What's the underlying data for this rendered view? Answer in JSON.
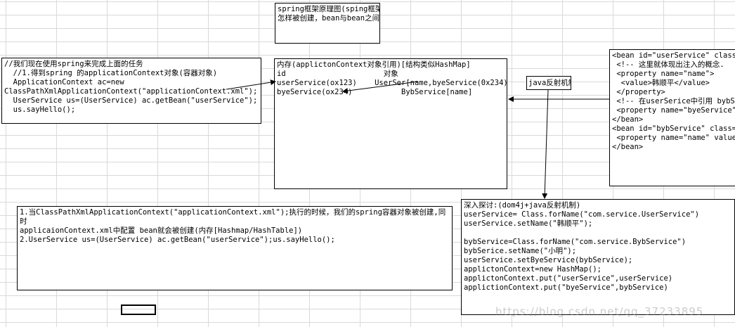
{
  "title_box": {
    "lines": [
      "spring框架原理图(sping框架什么被加载，spring中配置的bean,",
      "怎样被创建，bean与bean之间的关系怎样被维护)"
    ]
  },
  "task_box": {
    "lines": [
      "//我们现在使用spring来完成上面的任务",
      "  //1.得到spring 的applicationContext对象(容器对象)",
      "  ApplicationContext ac=new",
      "ClassPathXmlApplicationContext(\"applicationContext.xml\");",
      "  UserService us=(UserService) ac.getBean(\"userService\");",
      "  us.sayHello();"
    ]
  },
  "memory_box": {
    "lines": [
      "内存(applictonContext对象引用)[结构类似HashMap]",
      "id                      对象",
      "userService(ox123)    UserSer[name,byeService(0x234)]",
      "byeService(ox234)           BybService[name]"
    ]
  },
  "reflection_label": {
    "text": "java反射机制"
  },
  "xml_box": {
    "lines": [
      "<bean id=\"userService\" class=\"",
      " <!-- 这里就体现出注入的概念.",
      " <property name=\"name\">",
      "  <value>韩顺平</value>",
      " </property>",
      " <!-- 在userSerice中引用 bybS",
      " <property name=\"byeService\"",
      "</bean>",
      "<bean id=\"bybService\" class=\"",
      " <property name=\"name\" value=",
      "</bean>"
    ]
  },
  "explain_box": {
    "lines": [
      "1.当ClassPathXmlApplicationContext(\"applicationContext.xml\");执行的时候，我们的spring容器对象被创建,同时",
      "applicaionContext.xml中配置 bean就会被创建(内存[Hashmap/HashTable])",
      "2.UserService us=(UserService) ac.getBean(\"userService\");us.sayHello();"
    ]
  },
  "deep_box": {
    "lines": [
      "深入探讨:(dom4j+java反射机制)",
      "userService= Class.forName(\"com.service.UserService\")",
      "userService.setName(\"韩顺平\");",
      "",
      "bybService=Class.forName(\"com.service.BybService\")",
      "bybSerice.setName(\"小明\");",
      "userService.setByeService(bybService);",
      "applictonContext=new HashMap();",
      "applictonContext.put(\"userService\",userService)",
      "applictionContext.put(\"byeService\",bybService)"
    ]
  },
  "watermark": {
    "text": "https://blog.csdn.net/qq_37233895"
  }
}
